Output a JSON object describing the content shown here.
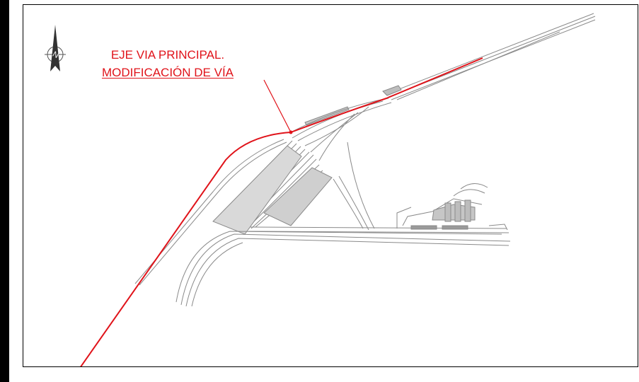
{
  "annotation": {
    "line1": "EJE VIA PRINCIPAL.",
    "line2": "MODIFICACIÓN DE VÍA"
  },
  "north_arrow": {
    "letter": "N"
  },
  "colors": {
    "axis_red": "#e0131a",
    "track_gray": "#8a8a8a",
    "frame": "#000000"
  },
  "icons": [
    "north-arrow-icon"
  ]
}
